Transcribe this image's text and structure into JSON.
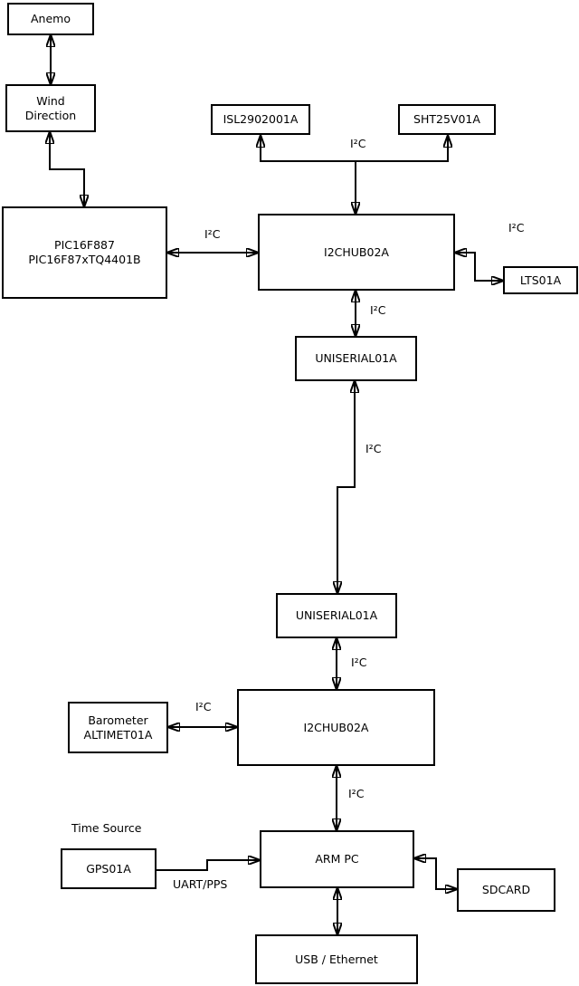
{
  "colors": {
    "background": "#ffffff",
    "box_fill": "#ffffff",
    "line": "#000000",
    "text": "#000000"
  },
  "nodes": {
    "anemo": {
      "label": "Anemo"
    },
    "wind_direction": {
      "line1": "Wind",
      "line2": "Direction"
    },
    "pic": {
      "line1": "PIC16F887",
      "line2": "PIC16F87xTQ4401B"
    },
    "isl": {
      "label": "ISL2902001A"
    },
    "sht": {
      "label": "SHT25V01A"
    },
    "hub1": {
      "label": "I2CHUB02A"
    },
    "lts": {
      "label": "LTS01A"
    },
    "uniserial1": {
      "label": "UNISERIAL01A"
    },
    "uniserial2": {
      "label": "UNISERIAL01A"
    },
    "hub2": {
      "label": "I2CHUB02A"
    },
    "barometer": {
      "line1": "Barometer",
      "line2": "ALTIMET01A"
    },
    "gps": {
      "label": "GPS01A"
    },
    "armpc": {
      "label": "ARM PC"
    },
    "sdcard": {
      "label": "SDCARD"
    },
    "usb": {
      "label": "USB / Ethernet"
    }
  },
  "edge_labels": {
    "i2c_sensors_bus": "I²C",
    "i2c_pic_hub1": "I²C",
    "i2c_hub1_lts": "I²C",
    "i2c_hub1_uniserial1": "I²C",
    "i2c_uniserial_link": "I²C",
    "i2c_uniserial2_hub2": "I²C",
    "i2c_barometer_hub2": "I²C",
    "i2c_hub2_armpc": "I²C",
    "time_source": "Time Source",
    "uart_pps": "UART/PPS"
  }
}
